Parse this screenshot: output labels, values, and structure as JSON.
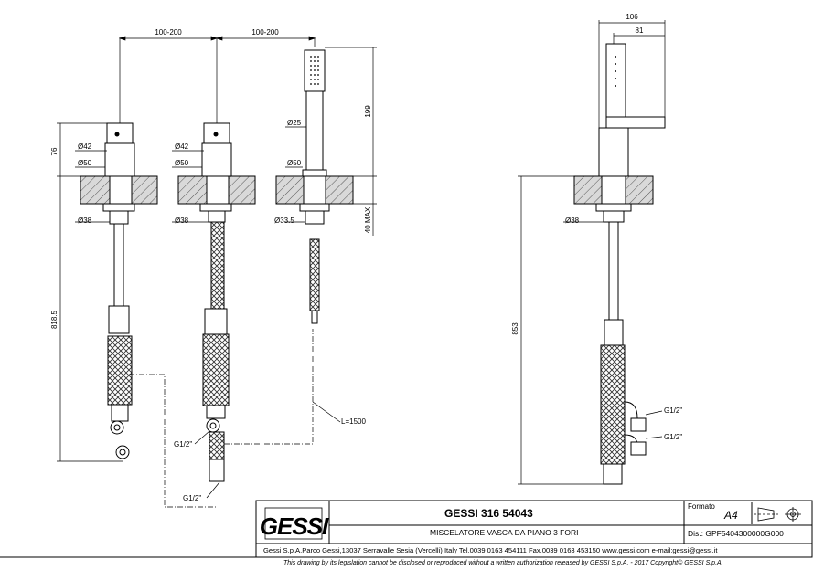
{
  "dims": {
    "spacing_1": "100-200",
    "spacing_2": "100-200",
    "h_76": "76",
    "d42_a": "Ø42",
    "d50_a": "Ø50",
    "d38_a": "Ø38",
    "h_818": "818.5",
    "d42_b": "Ø42",
    "d50_b": "Ø50",
    "d38_b": "Ø38",
    "g12_a": "G1/2\"",
    "g12_b": "G1/2\"",
    "d25": "Ø25",
    "d50_c": "Ø50",
    "d33": "Ø33.5",
    "h_199": "199",
    "h_40max": "40 MAX",
    "hose_len": "L=1500",
    "w_106": "106",
    "w_81": "81",
    "d38_side": "Ø38",
    "h_853": "853",
    "g12_c": "G1/2\"",
    "g12_d": "G1/2\""
  },
  "title_block": {
    "logo": "GESSI",
    "model": "GESSI 316 54043",
    "description": "MISCELATORE VASCA DA PIANO 3 FORI",
    "formato_label": "Formato",
    "formato_value": "A4",
    "dis_number": "Dis.: GPF5404300000G000",
    "company_line": "Gessi S.p.A.Parco Gessi,13037 Serravalle Sesia (Vercelli) Italy Tel.0039 0163 454111 Fax.0039 0163 453150 www.gessi.com e-mail:gessi@gessi.it",
    "legal_line": "This drawing by its legislation cannot be disclosed or reproduced without a written authorization released by GESSI S.p.A. - 2017 Copyright© GESSI S.p.A."
  }
}
